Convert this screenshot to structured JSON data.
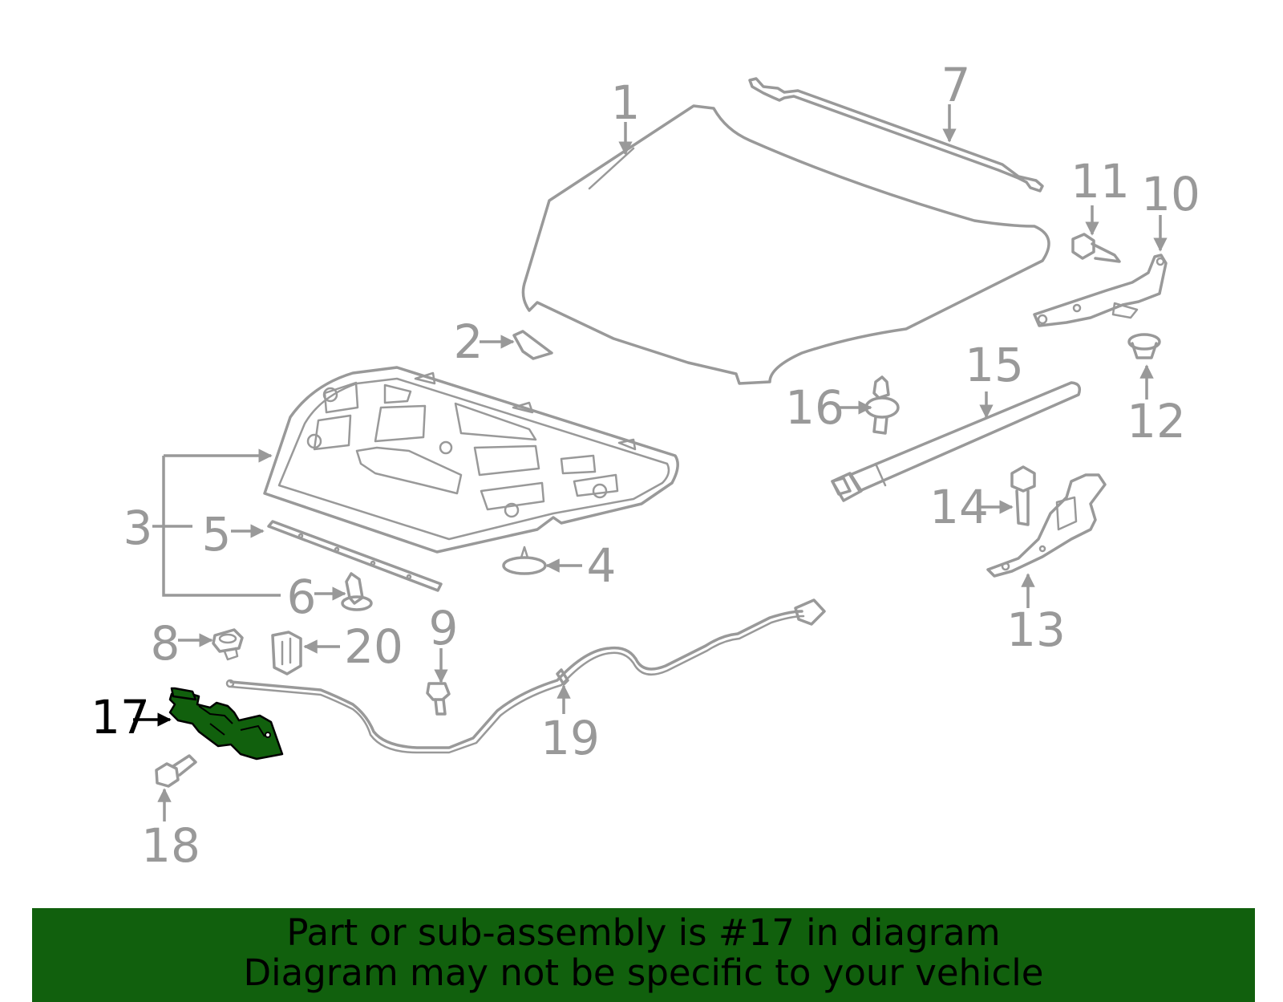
{
  "diagram": {
    "callouts": {
      "c1": "1",
      "c2": "2",
      "c3": "3",
      "c4": "4",
      "c5": "5",
      "c6": "6",
      "c7": "7",
      "c8": "8",
      "c9": "9",
      "c10": "10",
      "c11": "11",
      "c12": "12",
      "c13": "13",
      "c14": "14",
      "c15": "15",
      "c16": "16",
      "c17": "17",
      "c18": "18",
      "c19": "19",
      "c20": "20"
    },
    "highlighted_part": "17",
    "colors": {
      "highlight": "#11600d",
      "line_art": "#999999",
      "highlight_text": "#000000"
    }
  },
  "banner": {
    "line1": "Part or sub-assembly is #17 in diagram",
    "line2": "Diagram may not be specific to your vehicle",
    "background": "#11600d"
  }
}
